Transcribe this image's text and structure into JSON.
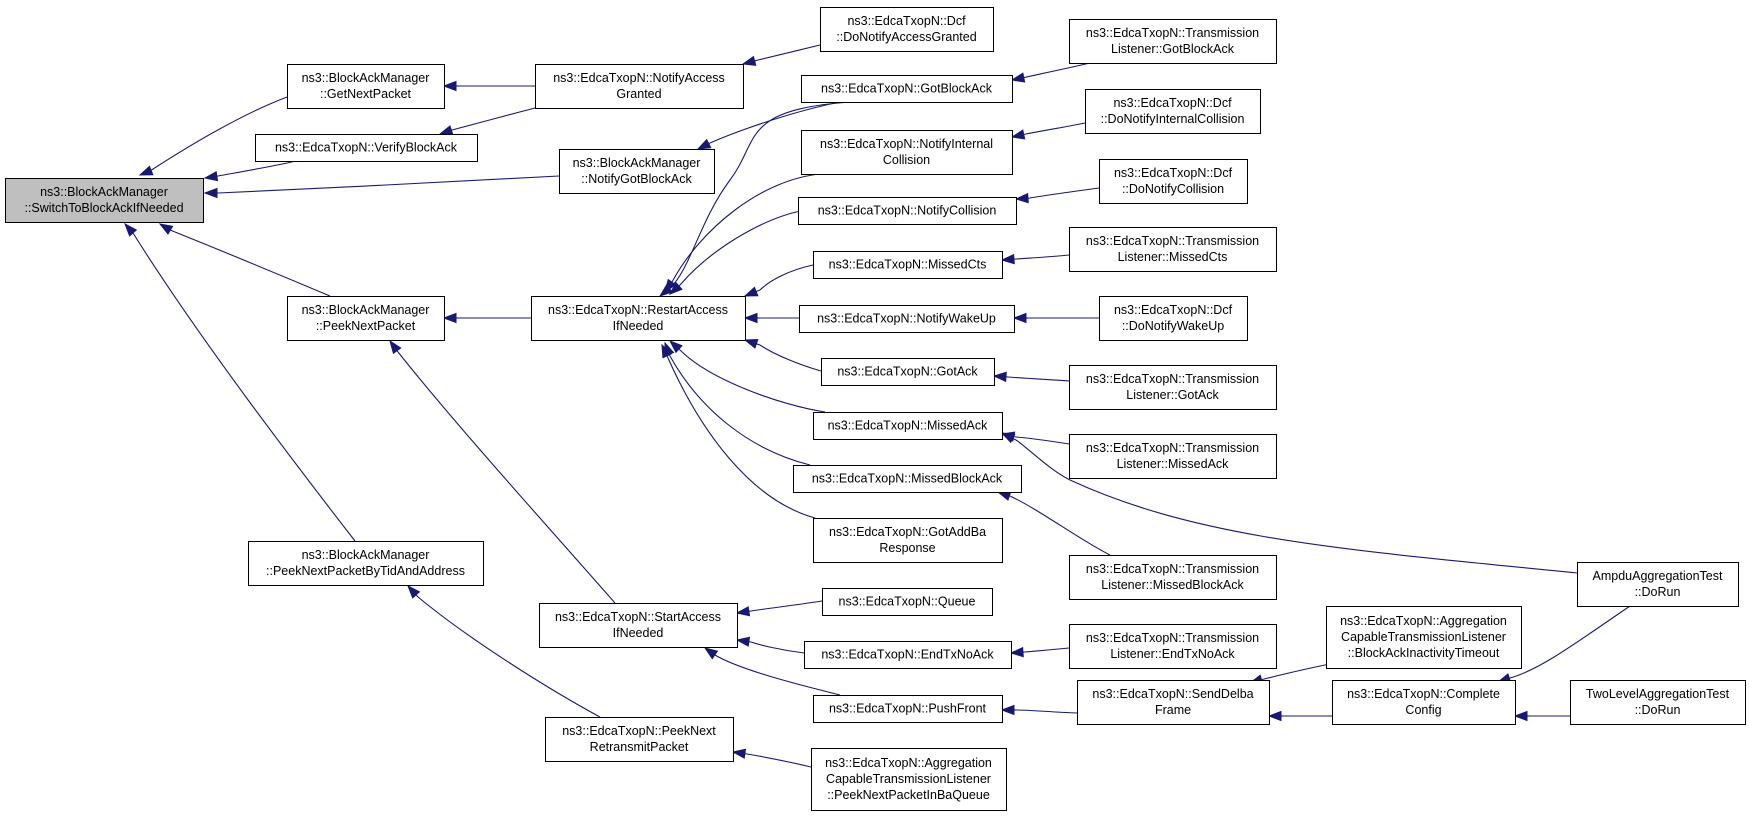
{
  "colors": {
    "edge": "#191970",
    "root_fill": "#bfbfbf",
    "node_fill": "#ffffff",
    "node_border": "#000000"
  },
  "nodes": [
    {
      "id": "switch",
      "lines": [
        "ns3::BlockAckManager",
        "::SwitchToBlockAckIfNeeded"
      ],
      "root": true
    },
    {
      "id": "getnext",
      "lines": [
        "ns3::BlockAckManager",
        "::GetNextPacket"
      ]
    },
    {
      "id": "verify",
      "lines": [
        "ns3::EdcaTxopN::VerifyBlockAck"
      ]
    },
    {
      "id": "peeknext",
      "lines": [
        "ns3::BlockAckManager",
        "::PeekNextPacket"
      ]
    },
    {
      "id": "peektid",
      "lines": [
        "ns3::BlockAckManager",
        "::PeekNextPacketByTidAndAddress"
      ]
    },
    {
      "id": "notifyaccess",
      "lines": [
        "ns3::EdcaTxopN::NotifyAccess",
        "Granted"
      ]
    },
    {
      "id": "notifygotba",
      "lines": [
        "ns3::BlockAckManager",
        "::NotifyGotBlockAck"
      ]
    },
    {
      "id": "restart",
      "lines": [
        "ns3::EdcaTxopN::RestartAccess",
        "IfNeeded"
      ]
    },
    {
      "id": "startaccess",
      "lines": [
        "ns3::EdcaTxopN::StartAccess",
        "IfNeeded"
      ]
    },
    {
      "id": "peekretrans",
      "lines": [
        "ns3::EdcaTxopN::PeekNext",
        "RetransmitPacket"
      ]
    },
    {
      "id": "dcfgranted",
      "lines": [
        "ns3::EdcaTxopN::Dcf",
        "::DoNotifyAccessGranted"
      ]
    },
    {
      "id": "gotba",
      "lines": [
        "ns3::EdcaTxopN::GotBlockAck"
      ]
    },
    {
      "id": "notifyinternal",
      "lines": [
        "ns3::EdcaTxopN::NotifyInternal",
        "Collision"
      ]
    },
    {
      "id": "notifycollision",
      "lines": [
        "ns3::EdcaTxopN::NotifyCollision"
      ]
    },
    {
      "id": "missedcts",
      "lines": [
        "ns3::EdcaTxopN::MissedCts"
      ]
    },
    {
      "id": "notifywake",
      "lines": [
        "ns3::EdcaTxopN::NotifyWakeUp"
      ]
    },
    {
      "id": "gotack",
      "lines": [
        "ns3::EdcaTxopN::GotAck"
      ]
    },
    {
      "id": "missedack",
      "lines": [
        "ns3::EdcaTxopN::MissedAck"
      ]
    },
    {
      "id": "missedba",
      "lines": [
        "ns3::EdcaTxopN::MissedBlockAck"
      ]
    },
    {
      "id": "gotaddba",
      "lines": [
        "ns3::EdcaTxopN::GotAddBa",
        "Response"
      ]
    },
    {
      "id": "queue",
      "lines": [
        "ns3::EdcaTxopN::Queue"
      ]
    },
    {
      "id": "endtx",
      "lines": [
        "ns3::EdcaTxopN::EndTxNoAck"
      ]
    },
    {
      "id": "pushfront",
      "lines": [
        "ns3::EdcaTxopN::PushFront"
      ]
    },
    {
      "id": "aggpeek",
      "lines": [
        "ns3::EdcaTxopN::Aggregation",
        "CapableTransmissionListener",
        "::PeekNextPacketInBaQueue"
      ]
    },
    {
      "id": "tlgotba",
      "lines": [
        "ns3::EdcaTxopN::Transmission",
        "Listener::GotBlockAck"
      ]
    },
    {
      "id": "dcfinternal",
      "lines": [
        "ns3::EdcaTxopN::Dcf",
        "::DoNotifyInternalCollision"
      ]
    },
    {
      "id": "dcfcollision",
      "lines": [
        "ns3::EdcaTxopN::Dcf",
        "::DoNotifyCollision"
      ]
    },
    {
      "id": "tlmissedcts",
      "lines": [
        "ns3::EdcaTxopN::Transmission",
        "Listener::MissedCts"
      ]
    },
    {
      "id": "dcfwake",
      "lines": [
        "ns3::EdcaTxopN::Dcf",
        "::DoNotifyWakeUp"
      ]
    },
    {
      "id": "tlgotack",
      "lines": [
        "ns3::EdcaTxopN::Transmission",
        "Listener::GotAck"
      ]
    },
    {
      "id": "tlmissedack",
      "lines": [
        "ns3::EdcaTxopN::Transmission",
        "Listener::MissedAck"
      ]
    },
    {
      "id": "tlmissedba",
      "lines": [
        "ns3::EdcaTxopN::Transmission",
        "Listener::MissedBlockAck"
      ]
    },
    {
      "id": "tlendtx",
      "lines": [
        "ns3::EdcaTxopN::Transmission",
        "Listener::EndTxNoAck"
      ]
    },
    {
      "id": "aggbainact",
      "lines": [
        "ns3::EdcaTxopN::Aggregation",
        "CapableTransmissionListener",
        "::BlockAckInactivityTimeout"
      ]
    },
    {
      "id": "senddelba",
      "lines": [
        "ns3::EdcaTxopN::SendDelba",
        "Frame"
      ]
    },
    {
      "id": "completeconfig",
      "lines": [
        "ns3::EdcaTxopN::Complete",
        "Config"
      ]
    },
    {
      "id": "ampdutest",
      "lines": [
        "AmpduAggregationTest",
        "::DoRun"
      ]
    },
    {
      "id": "twoleveltest",
      "lines": [
        "TwoLevelAggregationTest",
        "::DoRun"
      ]
    }
  ],
  "edges": [
    {
      "from": "getnext",
      "to": "switch"
    },
    {
      "from": "verify",
      "to": "switch"
    },
    {
      "from": "notifygotba",
      "to": "switch"
    },
    {
      "from": "peeknext",
      "to": "switch"
    },
    {
      "from": "peektid",
      "to": "switch"
    },
    {
      "from": "notifyaccess",
      "to": "getnext"
    },
    {
      "from": "notifyaccess",
      "to": "verify"
    },
    {
      "from": "dcfgranted",
      "to": "notifyaccess"
    },
    {
      "from": "gotba",
      "to": "notifygotba"
    },
    {
      "from": "restart",
      "to": "peeknext"
    },
    {
      "from": "startaccess",
      "to": "peeknext"
    },
    {
      "from": "peekretrans",
      "to": "peektid"
    },
    {
      "from": "tlgotba",
      "to": "gotba"
    },
    {
      "from": "gotba",
      "to": "restart"
    },
    {
      "from": "notifyinternal",
      "to": "restart"
    },
    {
      "from": "notifycollision",
      "to": "restart"
    },
    {
      "from": "missedcts",
      "to": "restart"
    },
    {
      "from": "notifywake",
      "to": "restart"
    },
    {
      "from": "gotack",
      "to": "restart"
    },
    {
      "from": "missedack",
      "to": "restart"
    },
    {
      "from": "missedba",
      "to": "restart"
    },
    {
      "from": "gotaddba",
      "to": "restart"
    },
    {
      "from": "dcfinternal",
      "to": "notifyinternal"
    },
    {
      "from": "dcfcollision",
      "to": "notifycollision"
    },
    {
      "from": "tlmissedcts",
      "to": "missedcts"
    },
    {
      "from": "dcfwake",
      "to": "notifywake"
    },
    {
      "from": "tlgotack",
      "to": "gotack"
    },
    {
      "from": "tlmissedack",
      "to": "missedack"
    },
    {
      "from": "ampdutest",
      "to": "missedack"
    },
    {
      "from": "tlmissedba",
      "to": "missedba"
    },
    {
      "from": "queue",
      "to": "startaccess"
    },
    {
      "from": "endtx",
      "to": "startaccess"
    },
    {
      "from": "pushfront",
      "to": "startaccess"
    },
    {
      "from": "tlendtx",
      "to": "endtx"
    },
    {
      "from": "senddelba",
      "to": "pushfront"
    },
    {
      "from": "aggbainact",
      "to": "senddelba"
    },
    {
      "from": "completeconfig",
      "to": "senddelba"
    },
    {
      "from": "ampdutest",
      "to": "completeconfig"
    },
    {
      "from": "twoleveltest",
      "to": "completeconfig"
    },
    {
      "from": "aggpeek",
      "to": "peekretrans"
    }
  ]
}
